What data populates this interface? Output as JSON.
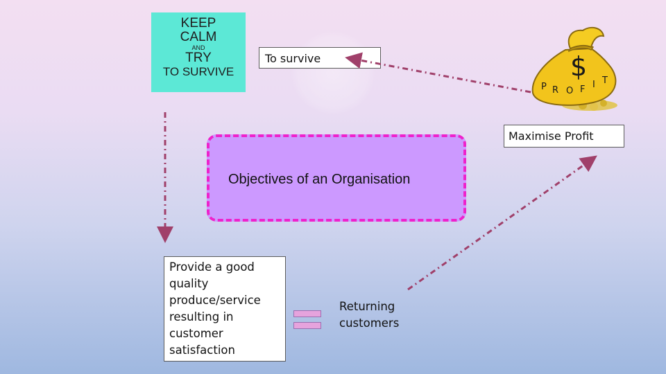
{
  "poster": {
    "line1": "KEEP",
    "line2": "CALM",
    "line3": "AND",
    "line4": "TRY",
    "line5": "TO SURVIVE"
  },
  "labels": {
    "survive": "To survive",
    "maximise_profit": "Maximise Profit",
    "center": "Objectives of an Organisation",
    "quality": "Provide a good quality produce/service resulting in customer satisfaction",
    "returning": "Returning customers"
  },
  "money_bag": {
    "symbol": "$",
    "letters": [
      "P",
      "R",
      "O",
      "F",
      "I",
      "T"
    ]
  },
  "colors": {
    "center_fill": "#cc99ff",
    "center_border": "#ee22cc",
    "arrow": "#a0406a",
    "poster_bg": "#5ce8d6"
  }
}
